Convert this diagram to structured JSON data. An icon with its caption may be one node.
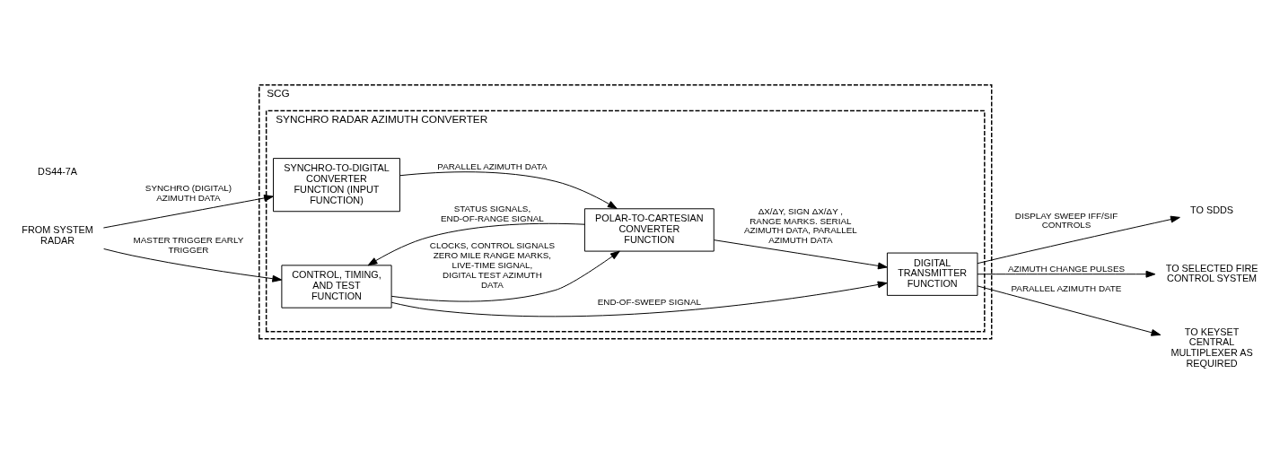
{
  "diagram": {
    "nodes": [
      {
        "text": [
          "FROM SYSTEM RADAR"
        ]
      },
      {
        "text": [
          "SCG"
        ]
      },
      {
        "text": [
          "SYNCHRO RADAR AZIMUTH CONVERTER"
        ],
        "in": 1
      },
      {
        "text": [
          "SYNCHRO-TO-DIGITAL CONVERTER FUNCTION (INPUT FUNCTION)"
        ],
        "in": 2
      },
      {
        "text": [
          "CONTROL, TIMING, AND TEST FUNCTION"
        ],
        "in": 2
      },
      {
        "text": [
          "POLAR-TO-CARTESIAN CONVERTER FUNCTION"
        ],
        "in": 2
      },
      {
        "text": [
          "DIGITAL TRANSMITTER FUNCTION"
        ],
        "in": 2
      },
      {
        "text": [
          "TO SDDS"
        ]
      },
      {
        "text": [
          "TO SELECTED FIRE CONTROL SYSTEM"
        ]
      },
      {
        "text": [
          "TO KEYSET CENTRAL MULTIPLEXER AS REQUIRED"
        ]
      }
    ],
    "edges": [
      {
        "from": 0,
        "to": 3,
        "arrow": "to",
        "label": "SYNCHRO (DIGITAL) AZIMUTH DATA"
      },
      {
        "from": 0,
        "to": 4,
        "arrow": "to",
        "label": "MASTER TRIGGER EARLY TRIGGER"
      },
      {
        "from": 3,
        "to": 5,
        "arrow": "to",
        "label": "PARALLEL AZIMUTH DATA"
      },
      {
        "from": 4,
        "to": 5,
        "arrow": "to",
        "label": "CLOCKS, CONTROL SIGNALS ZERO MILE RANGE MARKS, LIVE-TIME SIGNAL, DIGITAL TEST AZIMUTH DATA"
      },
      {
        "from": 5,
        "to": 4,
        "arrow": "to",
        "label": "STATUS SIGNALS, END-OF-RANGE SIGNAL"
      },
      {
        "from": 5,
        "to": 6,
        "arrow": "to",
        "label": "ΔX/ΔY, SIGN ΔX/ΔY , RANGE MARKS. SERIAL AZIMUTH DATA, PARALLEL AZIMUTH DATA"
      },
      {
        "from": 4,
        "to": 6,
        "arrow": "to",
        "label": "END-OF-SWEEP SIGNAL"
      },
      {
        "from": 6,
        "to": 7,
        "arrow": "to",
        "label": "DISPLAY SWEEP IFF/SIF CONTROLS"
      },
      {
        "from": 6,
        "to": 8,
        "arrow": "to",
        "label": "AZIMUTH CHANGE PULSES"
      },
      {
        "from": 6,
        "to": 9,
        "arrow": "to",
        "label": "PARALLEL AZIMUTH DATE"
      }
    ],
    "labels": [
      "DS44-7A"
    ]
  }
}
